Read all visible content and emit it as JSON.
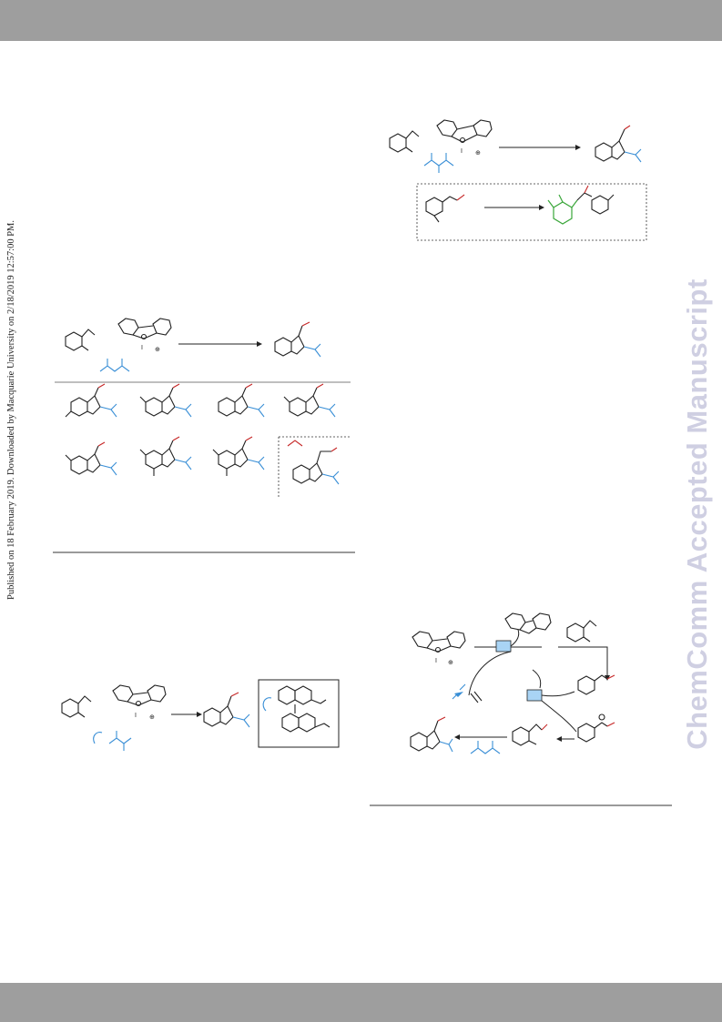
{
  "sidebar_note": "Published on 18 February 2019. Downloaded by Macquarie University on 2/18/2019 12:57:00 PM.",
  "watermark": "ChemComm Accepted Manuscript",
  "labels": {
    "iodide": "I",
    "charge": "⊕"
  },
  "colors": {
    "header_band": "#9e9e9e",
    "watermark": "#cfcfe2",
    "reagent_blue": "#3a8fd6",
    "oxygen_red": "#c62828",
    "tempo_green": "#3aa63a",
    "catalyst_box": "#a9d4f5"
  }
}
